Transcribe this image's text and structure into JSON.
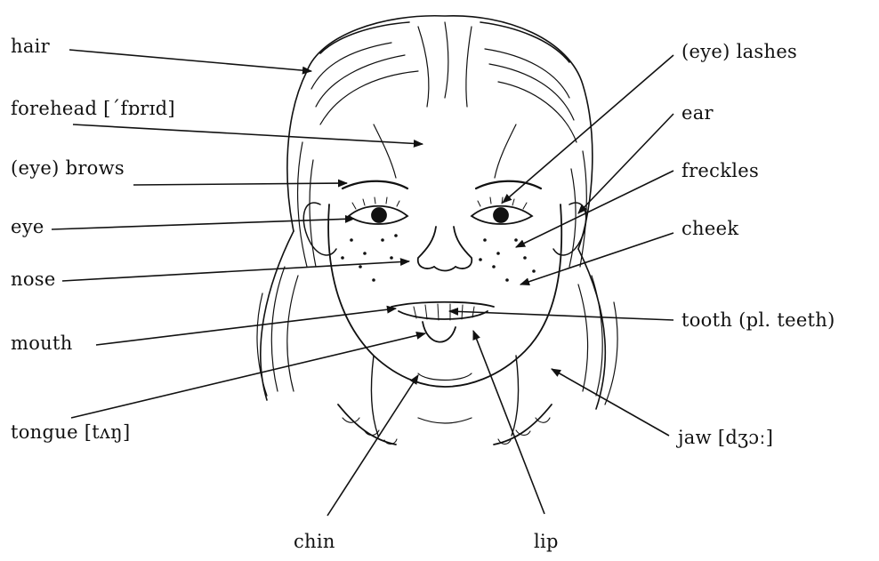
{
  "labels": {
    "hair": "hair",
    "forehead": "forehead [΄fɒrɪd]",
    "brows": "(eye) brows",
    "eye": "eye",
    "nose": "nose",
    "mouth": "mouth",
    "tongue": "tongue [tʌŋ]",
    "lashes": "(eye) lashes",
    "ear": "ear",
    "freckles": "freckles",
    "cheek": "cheek",
    "tooth": "tooth (pl. teeth)",
    "jaw": "jaw [dʒɔː]",
    "chin": "chin",
    "lip": "lip"
  },
  "colors": {
    "ink": "#111111",
    "paper": "#ffffff"
  }
}
